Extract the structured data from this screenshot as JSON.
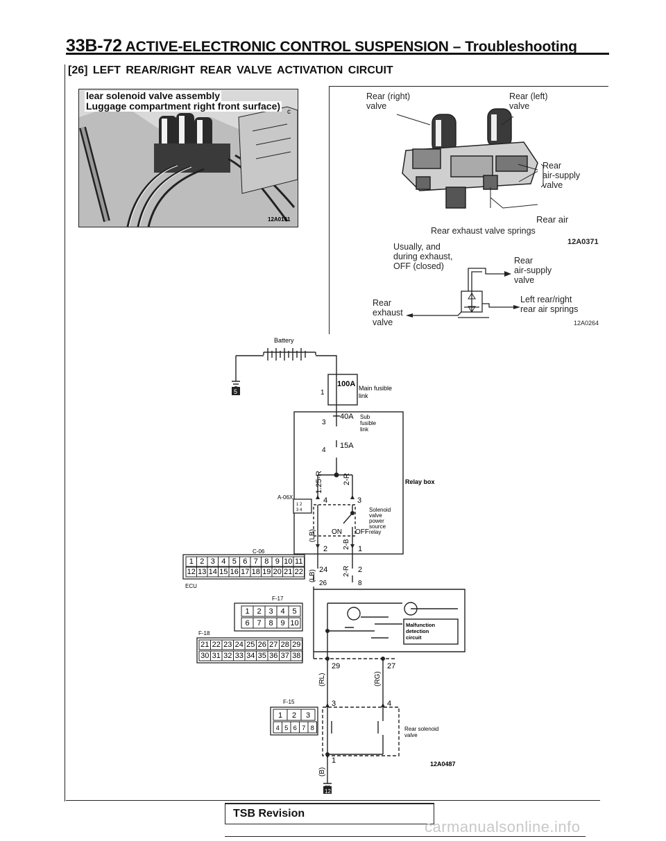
{
  "header": {
    "page": "33B-72",
    "title": "ACTIVE-ELECTRONIC CONTROL SUSPENSION",
    "dash": "–",
    "subtitle": "Troubleshooting"
  },
  "section_title": "[26] LEFT REAR/RIGHT REAR VALVE ACTIVATION CIRCUIT",
  "photo": {
    "caption1": "lear solenoid valve assembly",
    "caption2": "Luggage compartment right front surface)",
    "code": "12A0161",
    "mark": "c"
  },
  "valve_panel": {
    "rear_right_valve": [
      "Rear (right)",
      "valve"
    ],
    "rear_left_valve": [
      "Rear (left)",
      "valve"
    ],
    "rear_air_supply_valve": [
      "Rear",
      "air-supply",
      "valve"
    ],
    "rear_air": "Rear air",
    "springs_label": "Rear exhaust valve springs",
    "code_top": "12A0371",
    "usually": [
      "Usually, and",
      "during exhaust,",
      "OFF (closed)"
    ],
    "rear_air_supply_valve2": [
      "Rear",
      "air-supply",
      "valve"
    ],
    "left_right_springs": [
      "Left rear/right",
      "rear air springs"
    ],
    "rear_exhaust_valve": [
      "Rear",
      "exhaust",
      "valve"
    ],
    "code_bottom": "12A0264"
  },
  "circuit": {
    "battery": "Battery",
    "ground_top": "5",
    "main_fusible_num": "1",
    "main_fusible_amp": "100A",
    "main_fusible": [
      "Main fusible",
      "link"
    ],
    "sub_fusible_num": "3",
    "sub_fusible_amp": "40A",
    "sub_fusible": [
      "Sub",
      "fusible",
      "link"
    ],
    "fuse_num": "4",
    "fuse_amp": "15A",
    "relay_box": "Relay box",
    "connector_a06x": "A-06X",
    "a06x_pins": [
      "1 2",
      "3 4"
    ],
    "wire_125r": "1.25-R",
    "wire_2r": "2-R",
    "pin_4": "4",
    "pin_3": "3",
    "relay_label": [
      "Solenoid",
      "valve",
      "power",
      "source",
      "relay"
    ],
    "on": "ON",
    "off": "OFF",
    "wire_lb": "(LB)",
    "wire_2b": "2-B",
    "pin_2": "2",
    "pin_1": "1",
    "connector_c06": "C-06",
    "c06_row1": [
      "1",
      "2",
      "3",
      "4",
      "5",
      "6",
      "7",
      "8",
      "9",
      "10",
      "11"
    ],
    "c06_row2": [
      "12",
      "13",
      "14",
      "15",
      "16",
      "17",
      "18",
      "19",
      "20",
      "21",
      "22"
    ],
    "ecu": "ECU",
    "ecu_pin_24": "24",
    "ecu_pin_2": "2",
    "ecu_pin_26": "26",
    "ecu_pin_8": "8",
    "wire_lb2": "(LB)",
    "wire_2r2": "2-R",
    "connector_f17": "F-17",
    "f17_row1": [
      "1",
      "2",
      "3",
      "4",
      "5"
    ],
    "f17_row2": [
      "6",
      "7",
      "8",
      "9",
      "10"
    ],
    "connector_f18": "F-18",
    "f18_row1": [
      "21",
      "22",
      "23",
      "24",
      "25",
      "26",
      "27",
      "28",
      "29"
    ],
    "f18_row2": [
      "30",
      "31",
      "32",
      "33",
      "34",
      "35",
      "36",
      "37",
      "38"
    ],
    "malfunction": [
      "Malfunction",
      "detection",
      "circuit"
    ],
    "pin_29": "29",
    "pin_27": "27",
    "wire_rl": "(RL)",
    "wire_rg": "(RG)",
    "connector_f15": "F-15",
    "f15_row1": [
      "1",
      "2",
      "3"
    ],
    "f15_row2": [
      "4",
      "5",
      "6",
      "7",
      "8"
    ],
    "sol_pin_3": "3",
    "sol_pin_4": "4",
    "sol_pin_1": "1",
    "rear_solenoid": [
      "Rear solenoid",
      "valve"
    ],
    "wire_b": "(B)",
    "ground_bottom": "12",
    "code": "12A0487"
  },
  "footer": {
    "tsb": "TSB Revision",
    "watermark": "carmanualsonline.info"
  }
}
